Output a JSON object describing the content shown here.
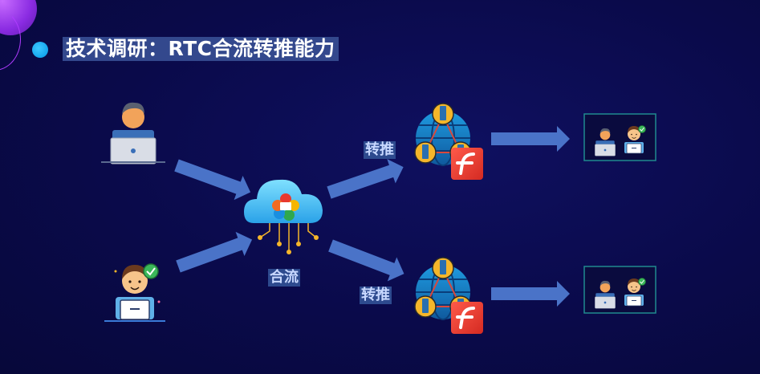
{
  "title": "技术调研：RTC合流转推能力",
  "labels": {
    "merge": "合流",
    "push_top": "转推",
    "push_bottom": "转推"
  },
  "colors": {
    "background": "#0a0a4a",
    "title_bg": "#33488d",
    "arrow": "#4a73c8",
    "accent_dot": "#14a6ee",
    "flash_red": "#ee3a32",
    "globe_blue": "#1a78c2",
    "frame_border": "#1f8a8f"
  },
  "icons": {
    "user_a": "user-at-laptop-icon",
    "user_b": "user-at-laptop-verified-icon",
    "cloud": "cloud-webrtc-icon",
    "cdn": "globe-network-icon",
    "flash": "flash-player-icon",
    "preview": "merged-stream-preview-icon"
  }
}
